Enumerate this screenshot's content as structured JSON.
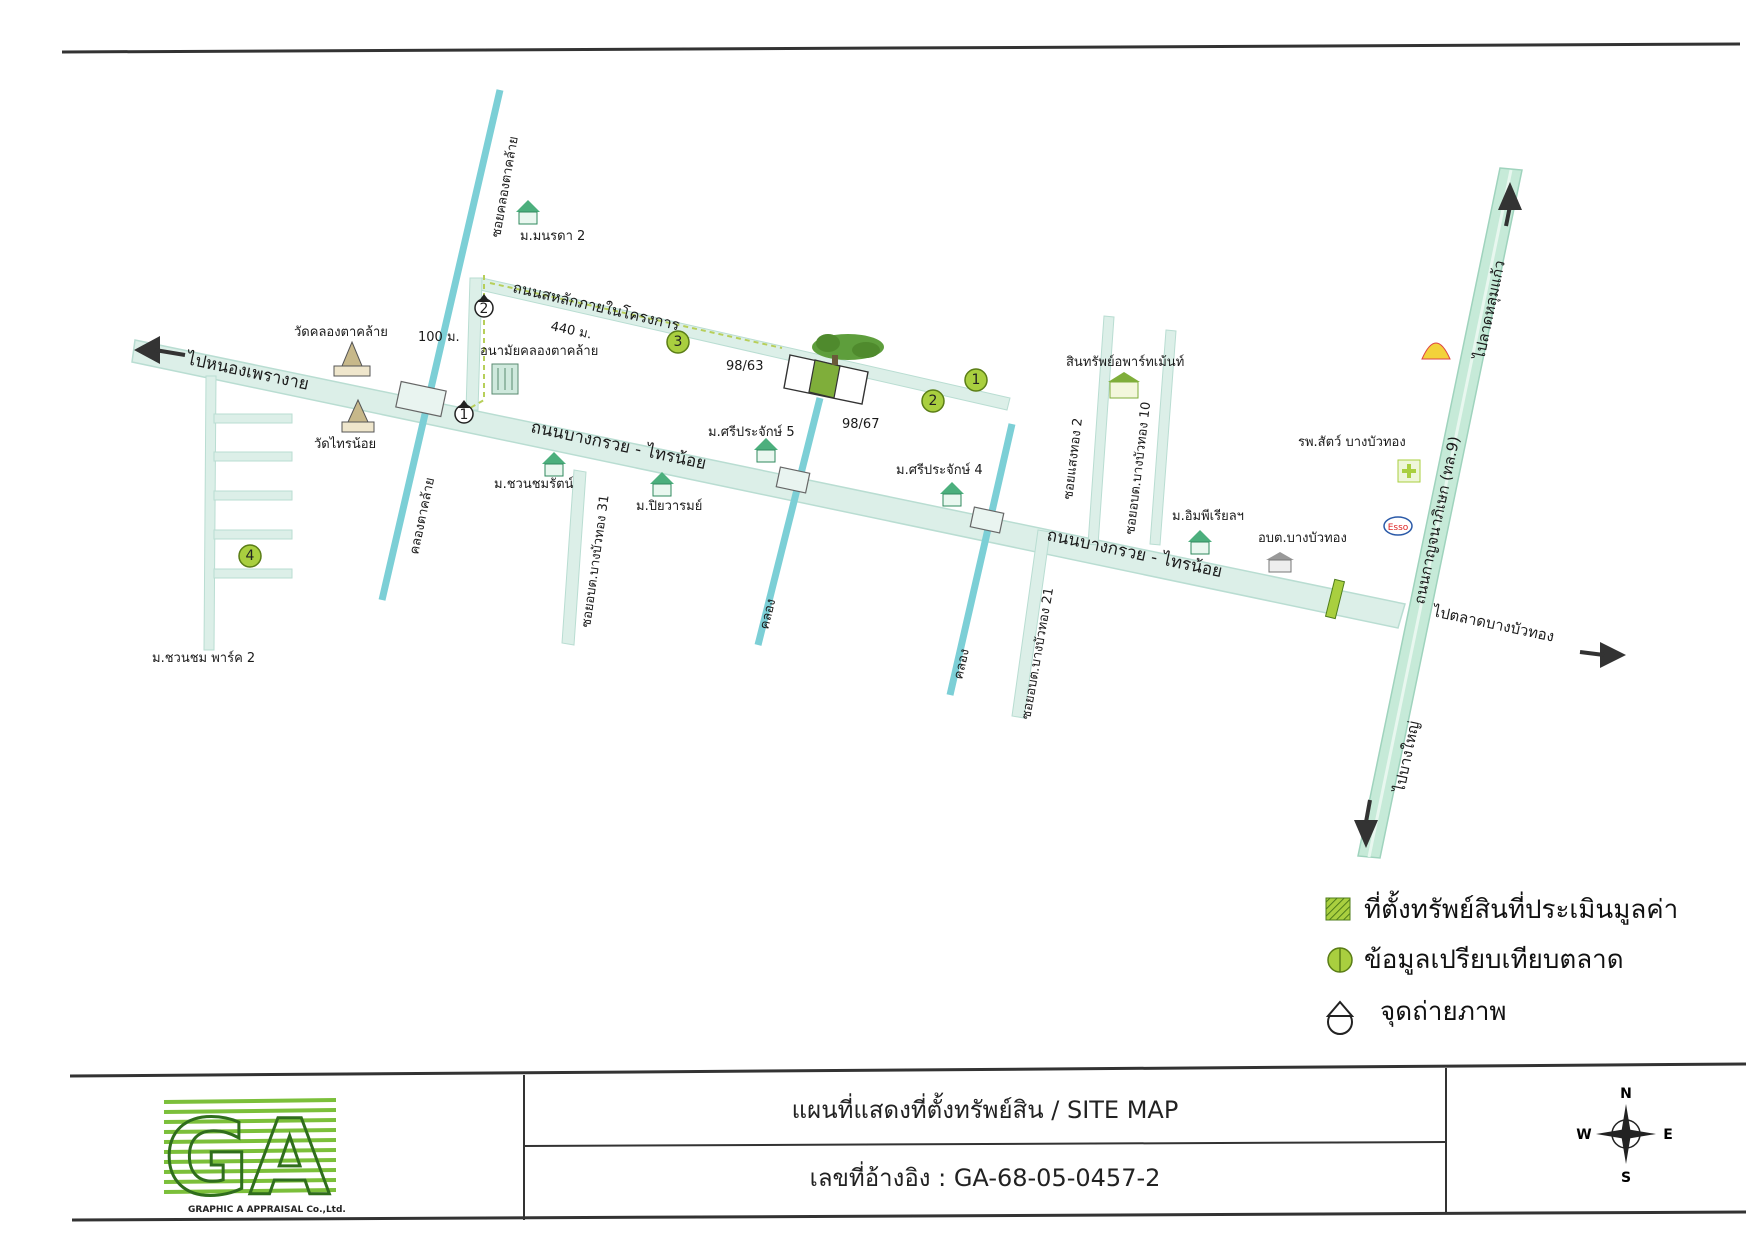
{
  "colors": {
    "road": "#dcefe8",
    "road_edge": "#b9ddd2",
    "canal": "#7ccfd6",
    "marker": "#a9cf3f",
    "marker_edge": "#5a7d16",
    "property": "#7fae3a",
    "highway": "#c6ead8",
    "title_line": "#333333"
  },
  "roads": {
    "main_left": "ไปหนองเพรางาย",
    "main_1": "ถนนบางกรวย - ไทรน้อย",
    "main_2": "ถนนบางกรวย - ไทรน้อย",
    "main_right": "ไปตลาดบางบัวทอง",
    "project_road": "ถนนสหลักภายในโครงการ",
    "soi_khlong": "ซอยคลองตาคล้าย",
    "soi_31": "ซอยอบต.บางบัวทอง 31",
    "soi_21": "ซอยอบต.บางบัวทอง 21",
    "soi_saengthong": "ซอยแสงทอง 2",
    "soi_10": "ซอยอบต.บางบัวทอง 10",
    "kanchana": "ถนนกาญจนาภิเษก (ทล.9)",
    "to_bangyai": "ไปบางใหญ่",
    "to_latlum": "ไปลาดหลุมแก้ว"
  },
  "places": {
    "monrada": "ม.มนรดา 2",
    "wat_khlong": "วัดคลองตาคล้าย",
    "wat_sainoi": "วัดไทรน้อย",
    "anamai": "อนามัยคลองตาคล้าย",
    "chuanchom_rat": "ม.ชวนชมรัตน์",
    "piyawaram": "ม.ปิยวารมย์",
    "sriprachak5": "ม.ศรีประจักษ์ 5",
    "sriprachak4": "ม.ศรีประจักษ์ 4",
    "apartment": "สินทรัพย์อพาร์ทเม้นท์",
    "imperial": "ม.อิมพีเรียลฯ",
    "obt": "อบต.บางบัวทอง",
    "vet": "รพ.สัตว์ บางบัวทอง",
    "chuanchom_park": "ม.ชวนชม พาร์ค 2"
  },
  "plots": {
    "left": "98/63",
    "right": "98/67"
  },
  "distances": {
    "d100": "100 ม.",
    "d440": "440 ม."
  },
  "markers": {
    "m1": "1",
    "m2": "2",
    "m3": "3",
    "m4": "4",
    "p1": "1",
    "p2": "2"
  },
  "esso": "Esso",
  "legend": {
    "property": "ที่ตั้งทรัพย์สินที่ประเมินมูลค่า",
    "market": "ข้อมูลเปรียบเทียบตลาด",
    "photo": "จุดถ่ายภาพ"
  },
  "title_block": {
    "logo_letters": "GA",
    "company": "GRAPHIC A APPRAISAL Co.,Ltd.",
    "title": "แผนที่แสดงที่ตั้งทรัพย์สิน / SITE MAP",
    "reference": "เลขที่อ้างอิง : GA-68-05-0457-2"
  },
  "compass": {
    "n": "N",
    "s": "S",
    "e": "E",
    "w": "W"
  }
}
